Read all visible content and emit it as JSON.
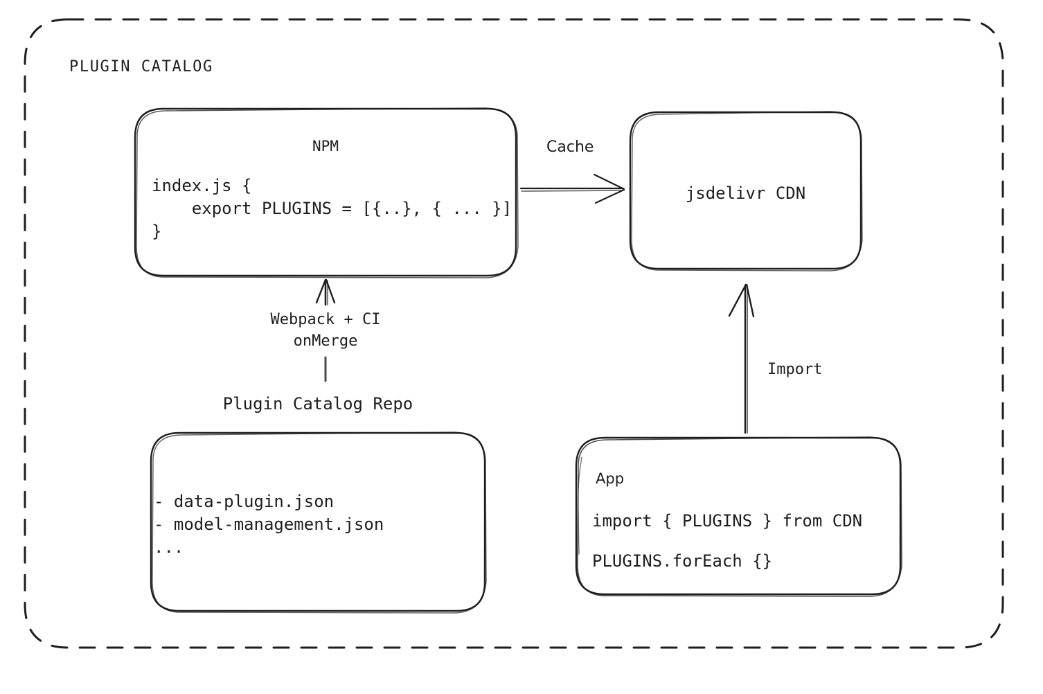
{
  "diagram": {
    "type": "architecture-flow",
    "group": {
      "title": "PLUGIN CATALOG",
      "border_style": "dashed",
      "stroke_color": "#1e1e1e",
      "background": "#ffffff"
    },
    "nodes": {
      "npm": {
        "title": "NPM",
        "code_lines": [
          "index.js {",
          "    export PLUGINS = [{..}, { ... }]",
          "}"
        ]
      },
      "cdn": {
        "title": "jsdelivr CDN"
      },
      "repo": {
        "caption": "Plugin Catalog Repo",
        "file_lines": [
          "- data-plugin.json",
          "- model-management.json",
          "..."
        ]
      },
      "app": {
        "title": "App",
        "code_lines": [
          "import { PLUGINS } from CDN",
          "PLUGINS.forEach {}"
        ]
      }
    },
    "edges": {
      "npm_to_cdn": {
        "label": "Cache",
        "direction": "right"
      },
      "repo_to_npm": {
        "label_line1": "Webpack + CI",
        "label_line2": "onMerge",
        "direction": "up"
      },
      "app_to_cdn": {
        "label": "Import",
        "direction": "up"
      }
    }
  }
}
